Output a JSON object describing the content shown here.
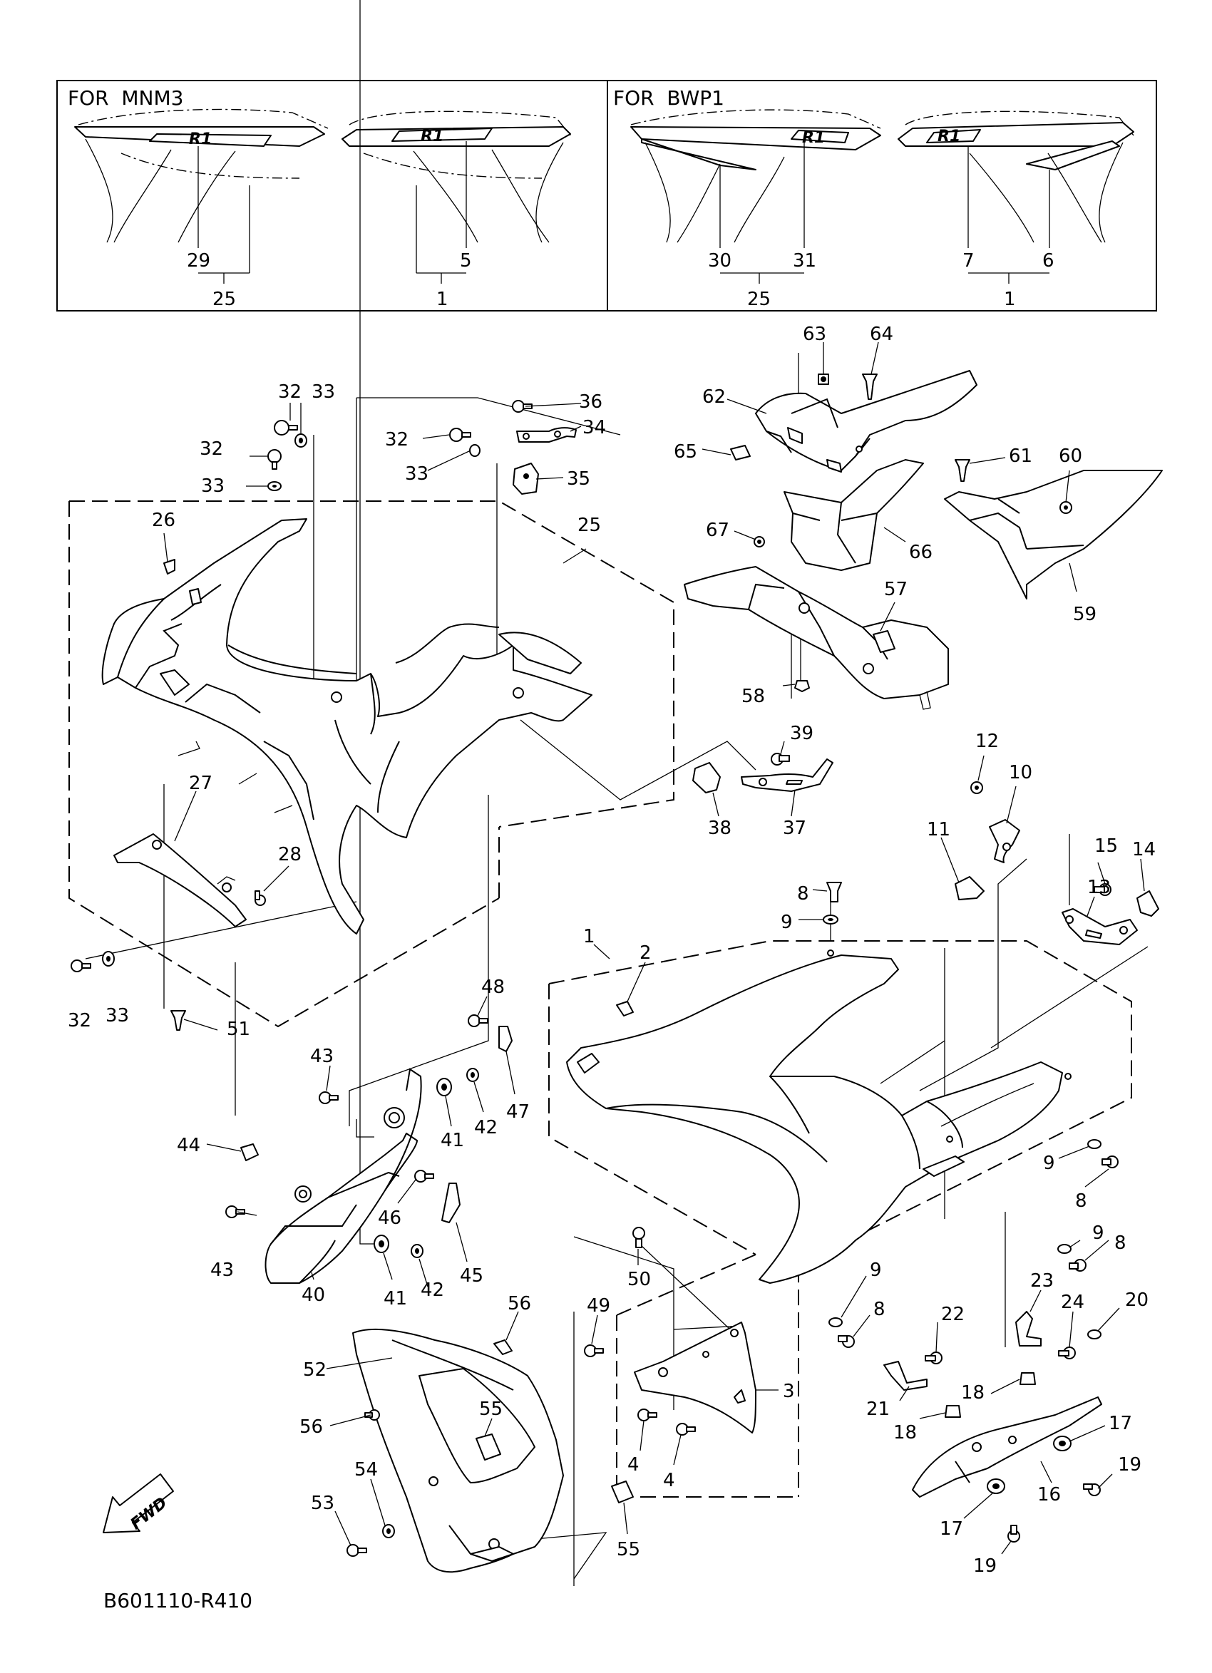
{
  "inset": {
    "left_title": "FOR  MNM3",
    "right_title": "FOR  BWP1",
    "callouts": [
      "29",
      "25",
      "5",
      "1",
      "30",
      "31",
      "25",
      "7",
      "6",
      "1"
    ]
  },
  "callouts": [
    {
      "id": "63",
      "text": "63"
    },
    {
      "id": "64",
      "text": "64"
    },
    {
      "id": "62",
      "text": "62"
    },
    {
      "id": "65",
      "text": "65"
    },
    {
      "id": "61",
      "text": "61"
    },
    {
      "id": "60",
      "text": "60"
    },
    {
      "id": "67",
      "text": "67"
    },
    {
      "id": "66",
      "text": "66"
    },
    {
      "id": "59",
      "text": "59"
    },
    {
      "id": "57",
      "text": "57"
    },
    {
      "id": "58",
      "text": "58"
    },
    {
      "id": "32a",
      "text": "32"
    },
    {
      "id": "33a",
      "text": "33"
    },
    {
      "id": "36",
      "text": "36"
    },
    {
      "id": "34",
      "text": "34"
    },
    {
      "id": "32b",
      "text": "32"
    },
    {
      "id": "32c",
      "text": "32"
    },
    {
      "id": "33b",
      "text": "33"
    },
    {
      "id": "35",
      "text": "35"
    },
    {
      "id": "33c",
      "text": "33"
    },
    {
      "id": "26",
      "text": "26"
    },
    {
      "id": "25",
      "text": "25"
    },
    {
      "id": "27",
      "text": "27"
    },
    {
      "id": "28",
      "text": "28"
    },
    {
      "id": "32d",
      "text": "32"
    },
    {
      "id": "33d",
      "text": "33"
    },
    {
      "id": "51",
      "text": "51"
    },
    {
      "id": "39",
      "text": "39"
    },
    {
      "id": "38",
      "text": "38"
    },
    {
      "id": "37",
      "text": "37"
    },
    {
      "id": "12",
      "text": "12"
    },
    {
      "id": "10",
      "text": "10"
    },
    {
      "id": "11",
      "text": "11"
    },
    {
      "id": "15",
      "text": "15"
    },
    {
      "id": "14",
      "text": "14"
    },
    {
      "id": "13",
      "text": "13"
    },
    {
      "id": "8a",
      "text": "8"
    },
    {
      "id": "9a",
      "text": "9"
    },
    {
      "id": "1",
      "text": "1"
    },
    {
      "id": "2",
      "text": "2"
    },
    {
      "id": "48",
      "text": "48"
    },
    {
      "id": "43a",
      "text": "43"
    },
    {
      "id": "47",
      "text": "47"
    },
    {
      "id": "41a",
      "text": "41"
    },
    {
      "id": "42a",
      "text": "42"
    },
    {
      "id": "44",
      "text": "44"
    },
    {
      "id": "46",
      "text": "46"
    },
    {
      "id": "43b",
      "text": "43"
    },
    {
      "id": "40",
      "text": "40"
    },
    {
      "id": "41b",
      "text": "41"
    },
    {
      "id": "42b",
      "text": "42"
    },
    {
      "id": "45",
      "text": "45"
    },
    {
      "id": "9b",
      "text": "9"
    },
    {
      "id": "8b",
      "text": "8"
    },
    {
      "id": "9c",
      "text": "9"
    },
    {
      "id": "8c",
      "text": "8"
    },
    {
      "id": "50",
      "text": "50"
    },
    {
      "id": "49",
      "text": "49"
    },
    {
      "id": "9d",
      "text": "9"
    },
    {
      "id": "8d",
      "text": "8"
    },
    {
      "id": "3",
      "text": "3"
    },
    {
      "id": "4a",
      "text": "4"
    },
    {
      "id": "4b",
      "text": "4"
    },
    {
      "id": "23",
      "text": "23"
    },
    {
      "id": "24",
      "text": "24"
    },
    {
      "id": "20",
      "text": "20"
    },
    {
      "id": "22",
      "text": "22"
    },
    {
      "id": "21",
      "text": "21"
    },
    {
      "id": "18a",
      "text": "18"
    },
    {
      "id": "18b",
      "text": "18"
    },
    {
      "id": "17a",
      "text": "17"
    },
    {
      "id": "19a",
      "text": "19"
    },
    {
      "id": "16",
      "text": "16"
    },
    {
      "id": "17b",
      "text": "17"
    },
    {
      "id": "19b",
      "text": "19"
    },
    {
      "id": "56a",
      "text": "56"
    },
    {
      "id": "52",
      "text": "52"
    },
    {
      "id": "56b",
      "text": "56"
    },
    {
      "id": "55a",
      "text": "55"
    },
    {
      "id": "54",
      "text": "54"
    },
    {
      "id": "53",
      "text": "53"
    },
    {
      "id": "55b",
      "text": "55"
    }
  ],
  "fwd_label": "FWD",
  "diagram_code": "B601110-R410",
  "decal_logo": "R1"
}
